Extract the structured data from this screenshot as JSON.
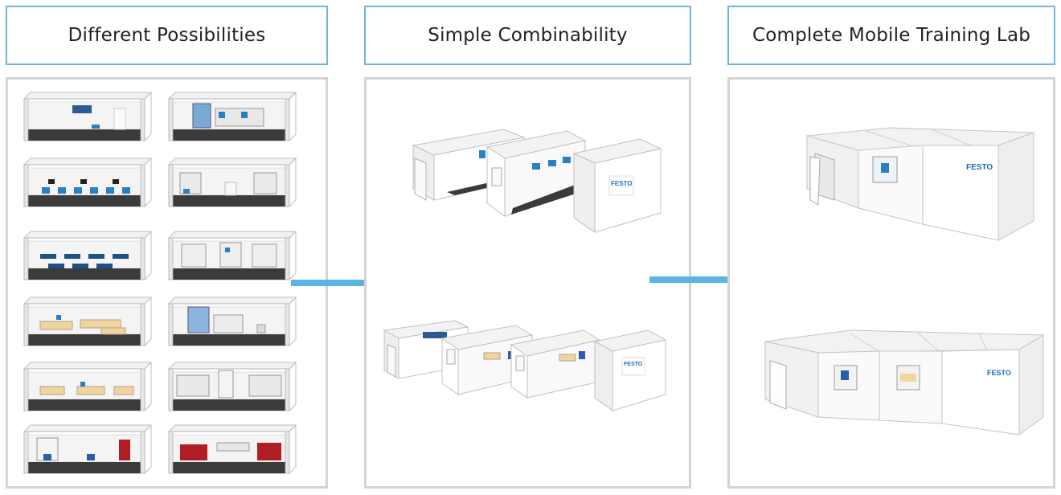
{
  "headers": [
    {
      "label": "Different Possibilities"
    },
    {
      "label": "Simple Combinability"
    },
    {
      "label": "Complete Mobile Training Lab"
    }
  ],
  "logo": {
    "text": "FESTO"
  },
  "colors": {
    "accent": "#5ab4e5",
    "border": "#6fb6dc",
    "panel_border": "#d4d4d4",
    "logo": "#1f6fb8"
  }
}
